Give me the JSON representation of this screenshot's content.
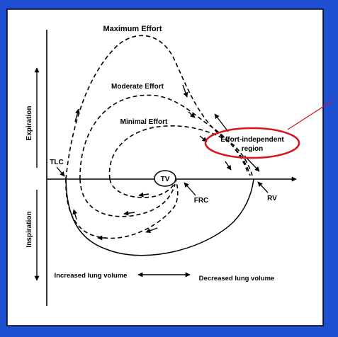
{
  "diagram": {
    "labels": {
      "max_effort": "Maximum Effort",
      "moderate_effort": "Moderate Effort",
      "minimal_effort": "Minimal Effort",
      "effort_independent_line1": "Effort-independent",
      "effort_independent_line2": "region",
      "tlc": "TLC",
      "tv": "TV",
      "frc": "FRC",
      "rv": "RV",
      "expiration": "Expiration",
      "inspiration": "Inspiration",
      "increased_lung_volume": "Increased lung volume",
      "decreased_lung_volume": "Decreased lung volume"
    },
    "colors": {
      "background": "#1f4fd1",
      "panel": "#ffffff",
      "panel_border": "#000000",
      "highlight": "#d9141e",
      "ink": "#000000"
    }
  }
}
